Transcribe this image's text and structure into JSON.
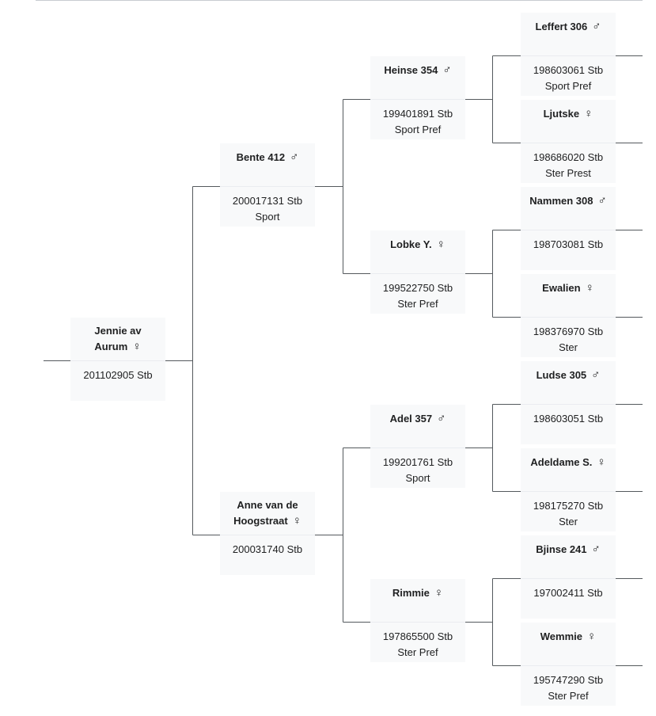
{
  "pedigree": {
    "subject": {
      "name": "Jennie av\nAurum",
      "sex": "female",
      "registration": "201102905 Stb",
      "predicate": ""
    },
    "sire": {
      "name": "Bente 412",
      "sex": "male",
      "registration": "200017131 Stb",
      "predicate": "Sport"
    },
    "dam": {
      "name": "Anne van de\nHoogstraat",
      "sex": "female",
      "registration": "200031740 Stb",
      "predicate": ""
    },
    "sire_sire": {
      "name": "Heinse 354",
      "sex": "male",
      "registration": "199401891 Stb",
      "predicate": "Sport Pref"
    },
    "sire_dam": {
      "name": "Lobke Y.",
      "sex": "female",
      "registration": "199522750 Stb",
      "predicate": "Ster Pref"
    },
    "dam_sire": {
      "name": "Adel 357",
      "sex": "male",
      "registration": "199201761 Stb",
      "predicate": "Sport"
    },
    "dam_dam": {
      "name": "Rimmie",
      "sex": "female",
      "registration": "197865500 Stb",
      "predicate": "Ster Pref"
    },
    "ss_sire": {
      "name": "Leffert 306",
      "sex": "male",
      "registration": "198603061 Stb",
      "predicate": "Sport Pref"
    },
    "ss_dam": {
      "name": "Ljutske",
      "sex": "female",
      "registration": "198686020 Stb",
      "predicate": "Ster Prest"
    },
    "sd_sire": {
      "name": "Nammen 308",
      "sex": "male",
      "registration": "198703081 Stb",
      "predicate": ""
    },
    "sd_dam": {
      "name": "Ewalien",
      "sex": "female",
      "registration": "198376970 Stb",
      "predicate": "Ster"
    },
    "ds_sire": {
      "name": "Ludse 305",
      "sex": "male",
      "registration": "198603051 Stb",
      "predicate": ""
    },
    "ds_dam": {
      "name": "Adeldame S.",
      "sex": "female",
      "registration": "198175270 Stb",
      "predicate": "Ster"
    },
    "dd_sire": {
      "name": "Bjinse 241",
      "sex": "male",
      "registration": "197002411 Stb",
      "predicate": ""
    },
    "dd_dam": {
      "name": "Wemmie",
      "sex": "female",
      "registration": "195747290 Stb",
      "predicate": "Ster Pref"
    }
  },
  "symbols": {
    "male": "♂",
    "female": "♀"
  },
  "colors": {
    "card_bg": "#f8f9fa",
    "line": "#54595d",
    "text": "#202122"
  }
}
